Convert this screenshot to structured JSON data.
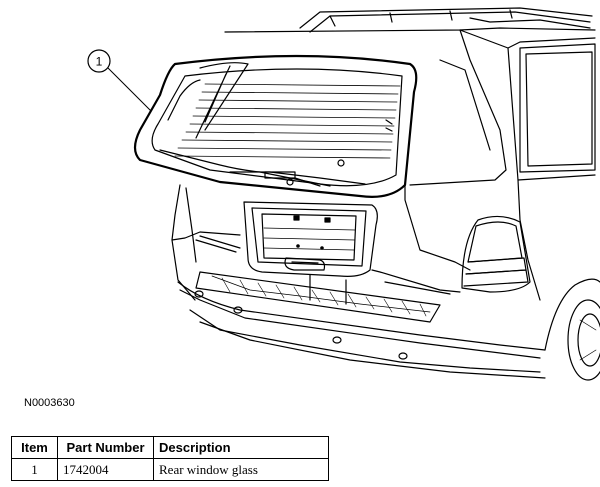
{
  "callout": {
    "number": "1"
  },
  "figure_id": "N0003630",
  "table": {
    "headers": {
      "item": "Item",
      "part_number": "Part Number",
      "description": "Description"
    },
    "rows": [
      {
        "item": "1",
        "part_number": "1742004",
        "description": "Rear window glass"
      }
    ]
  }
}
